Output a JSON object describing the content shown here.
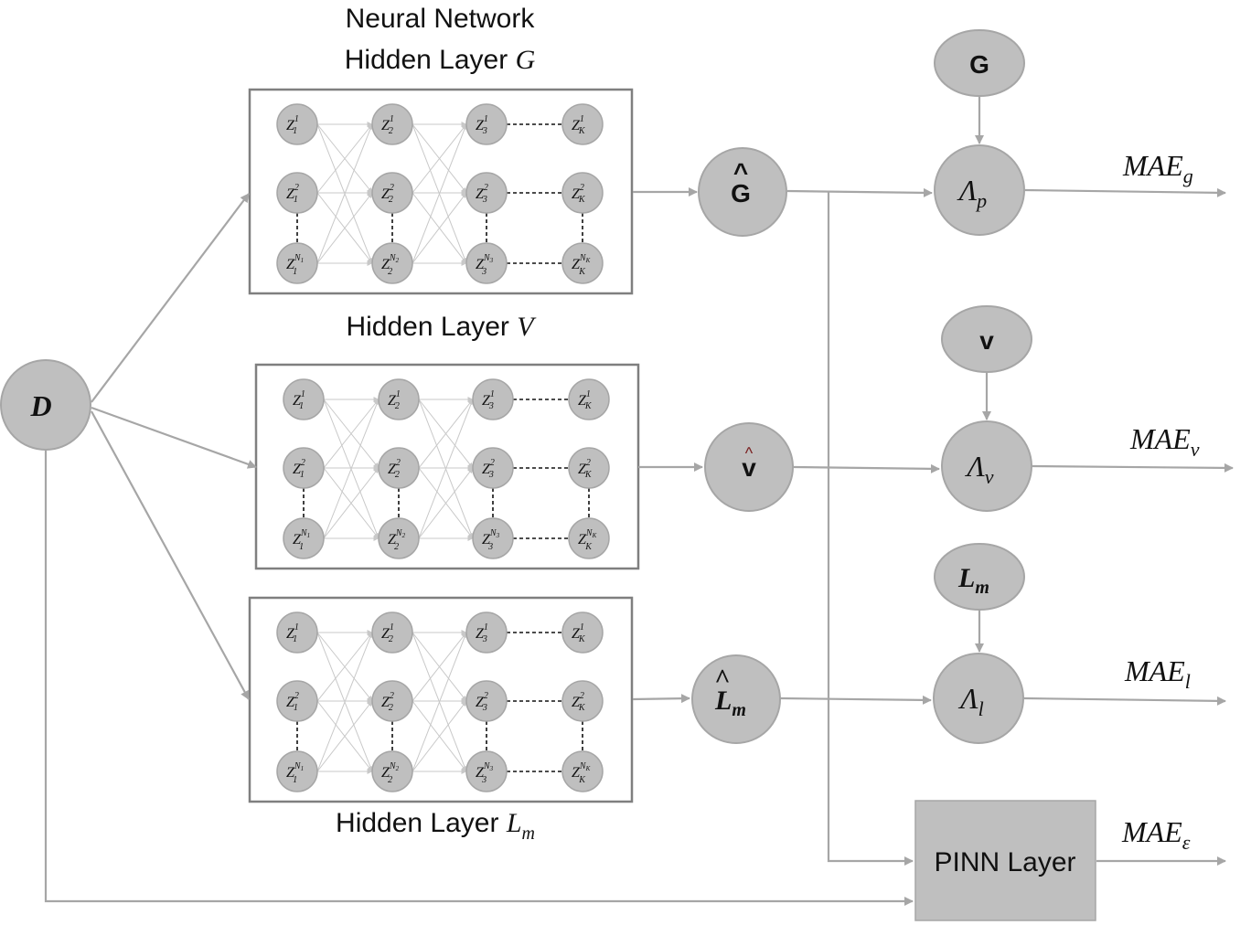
{
  "captions": {
    "top_line1": "Neural Network",
    "top_line2_prefix": "Hidden Layer ",
    "top_line2_var": "G",
    "middle_prefix": "Hidden Layer ",
    "middle_var": "V",
    "bottom_prefix": "Hidden Layer ",
    "bottom_var": "L",
    "bottom_sub": "m"
  },
  "input_node": {
    "label": "D"
  },
  "outputs": {
    "g_hat": {
      "main": "G",
      "hat": "^"
    },
    "v_hat": {
      "main": "v",
      "hat": "^"
    },
    "l_hat": {
      "main": "L",
      "sub": "m",
      "hat": "^"
    }
  },
  "targets": {
    "g": "G",
    "v": "v",
    "l_main": "L",
    "l_sub": "m"
  },
  "loss_nodes": {
    "p": {
      "main": "Λ",
      "sub": "p"
    },
    "v": {
      "main": "Λ",
      "sub": "v"
    },
    "l": {
      "main": "Λ",
      "sub": "l"
    }
  },
  "metrics": {
    "g": {
      "main": "MAE",
      "sub": "g"
    },
    "v": {
      "main": "MAE",
      "sub": "v"
    },
    "l": {
      "main": "MAE",
      "sub": "l"
    },
    "e": {
      "main": "MAE",
      "sub": "ε"
    }
  },
  "pinn_layer": {
    "label": "PINN Layer"
  },
  "neuron": {
    "letter": "Z",
    "rows": [
      "1",
      "2",
      "N"
    ],
    "layer_subs": [
      "1",
      "2",
      "3",
      "K"
    ],
    "n_subs": [
      "1",
      "2",
      "3",
      "K"
    ]
  }
}
